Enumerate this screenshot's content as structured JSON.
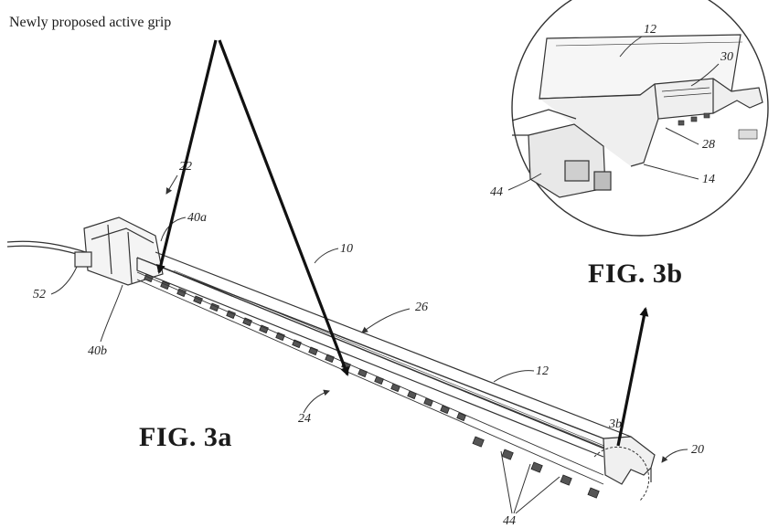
{
  "caption": "Newly proposed active grip",
  "figure_labels": {
    "fig3a": "FIG. 3a",
    "fig3b": "FIG. 3b"
  },
  "reference_numerals": {
    "r22": "22",
    "r40a": "40a",
    "r52": "52",
    "r40b": "40b",
    "r10": "10",
    "r26": "26",
    "r12_main": "12",
    "r24": "24",
    "r3b": "3b",
    "r20": "20",
    "r44_main": "44",
    "r12_detail": "12",
    "r30": "30",
    "r28": "28",
    "r14": "14",
    "r44_detail": "44"
  },
  "colors": {
    "ink": "#1a1a1a",
    "background": "#ffffff"
  }
}
